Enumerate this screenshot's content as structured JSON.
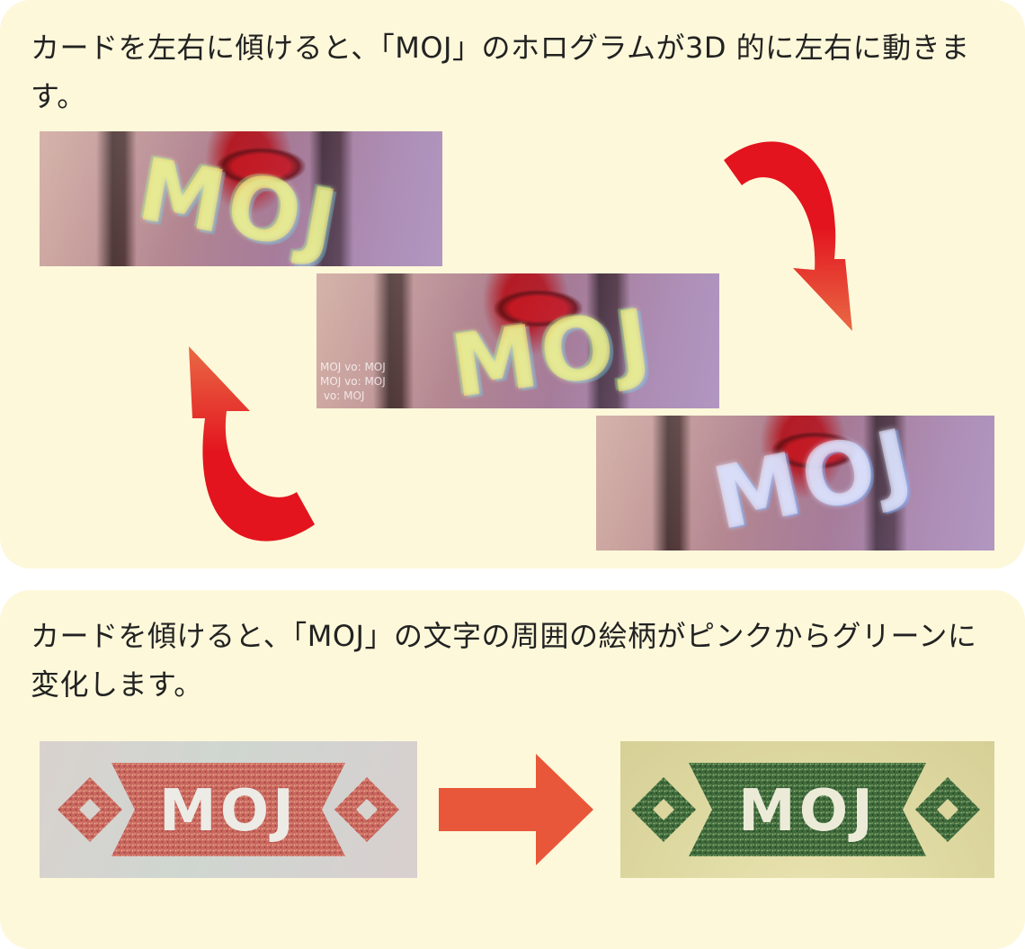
{
  "section1": {
    "description": "カードを左右に傾けると、「MOJ」のホログラムが3D 的に左右に動きます。",
    "hologram_text": "MOJ",
    "micro_text": "MOJ vo: MOJ\nMOJ vo: MOJ\n vo: MOJ"
  },
  "section2": {
    "description": "カードを傾けると、「MOJ」の文字の周囲の絵柄がピンクからグリーンに変化します。",
    "emblem_text": "MOJ"
  },
  "colors": {
    "panel_background": "#fdf8da",
    "arrow_red": "#e3141e",
    "arrow_orange": "#e96a45",
    "emblem_pink": "#c9675f",
    "emblem_green": "#3f6a3c"
  }
}
